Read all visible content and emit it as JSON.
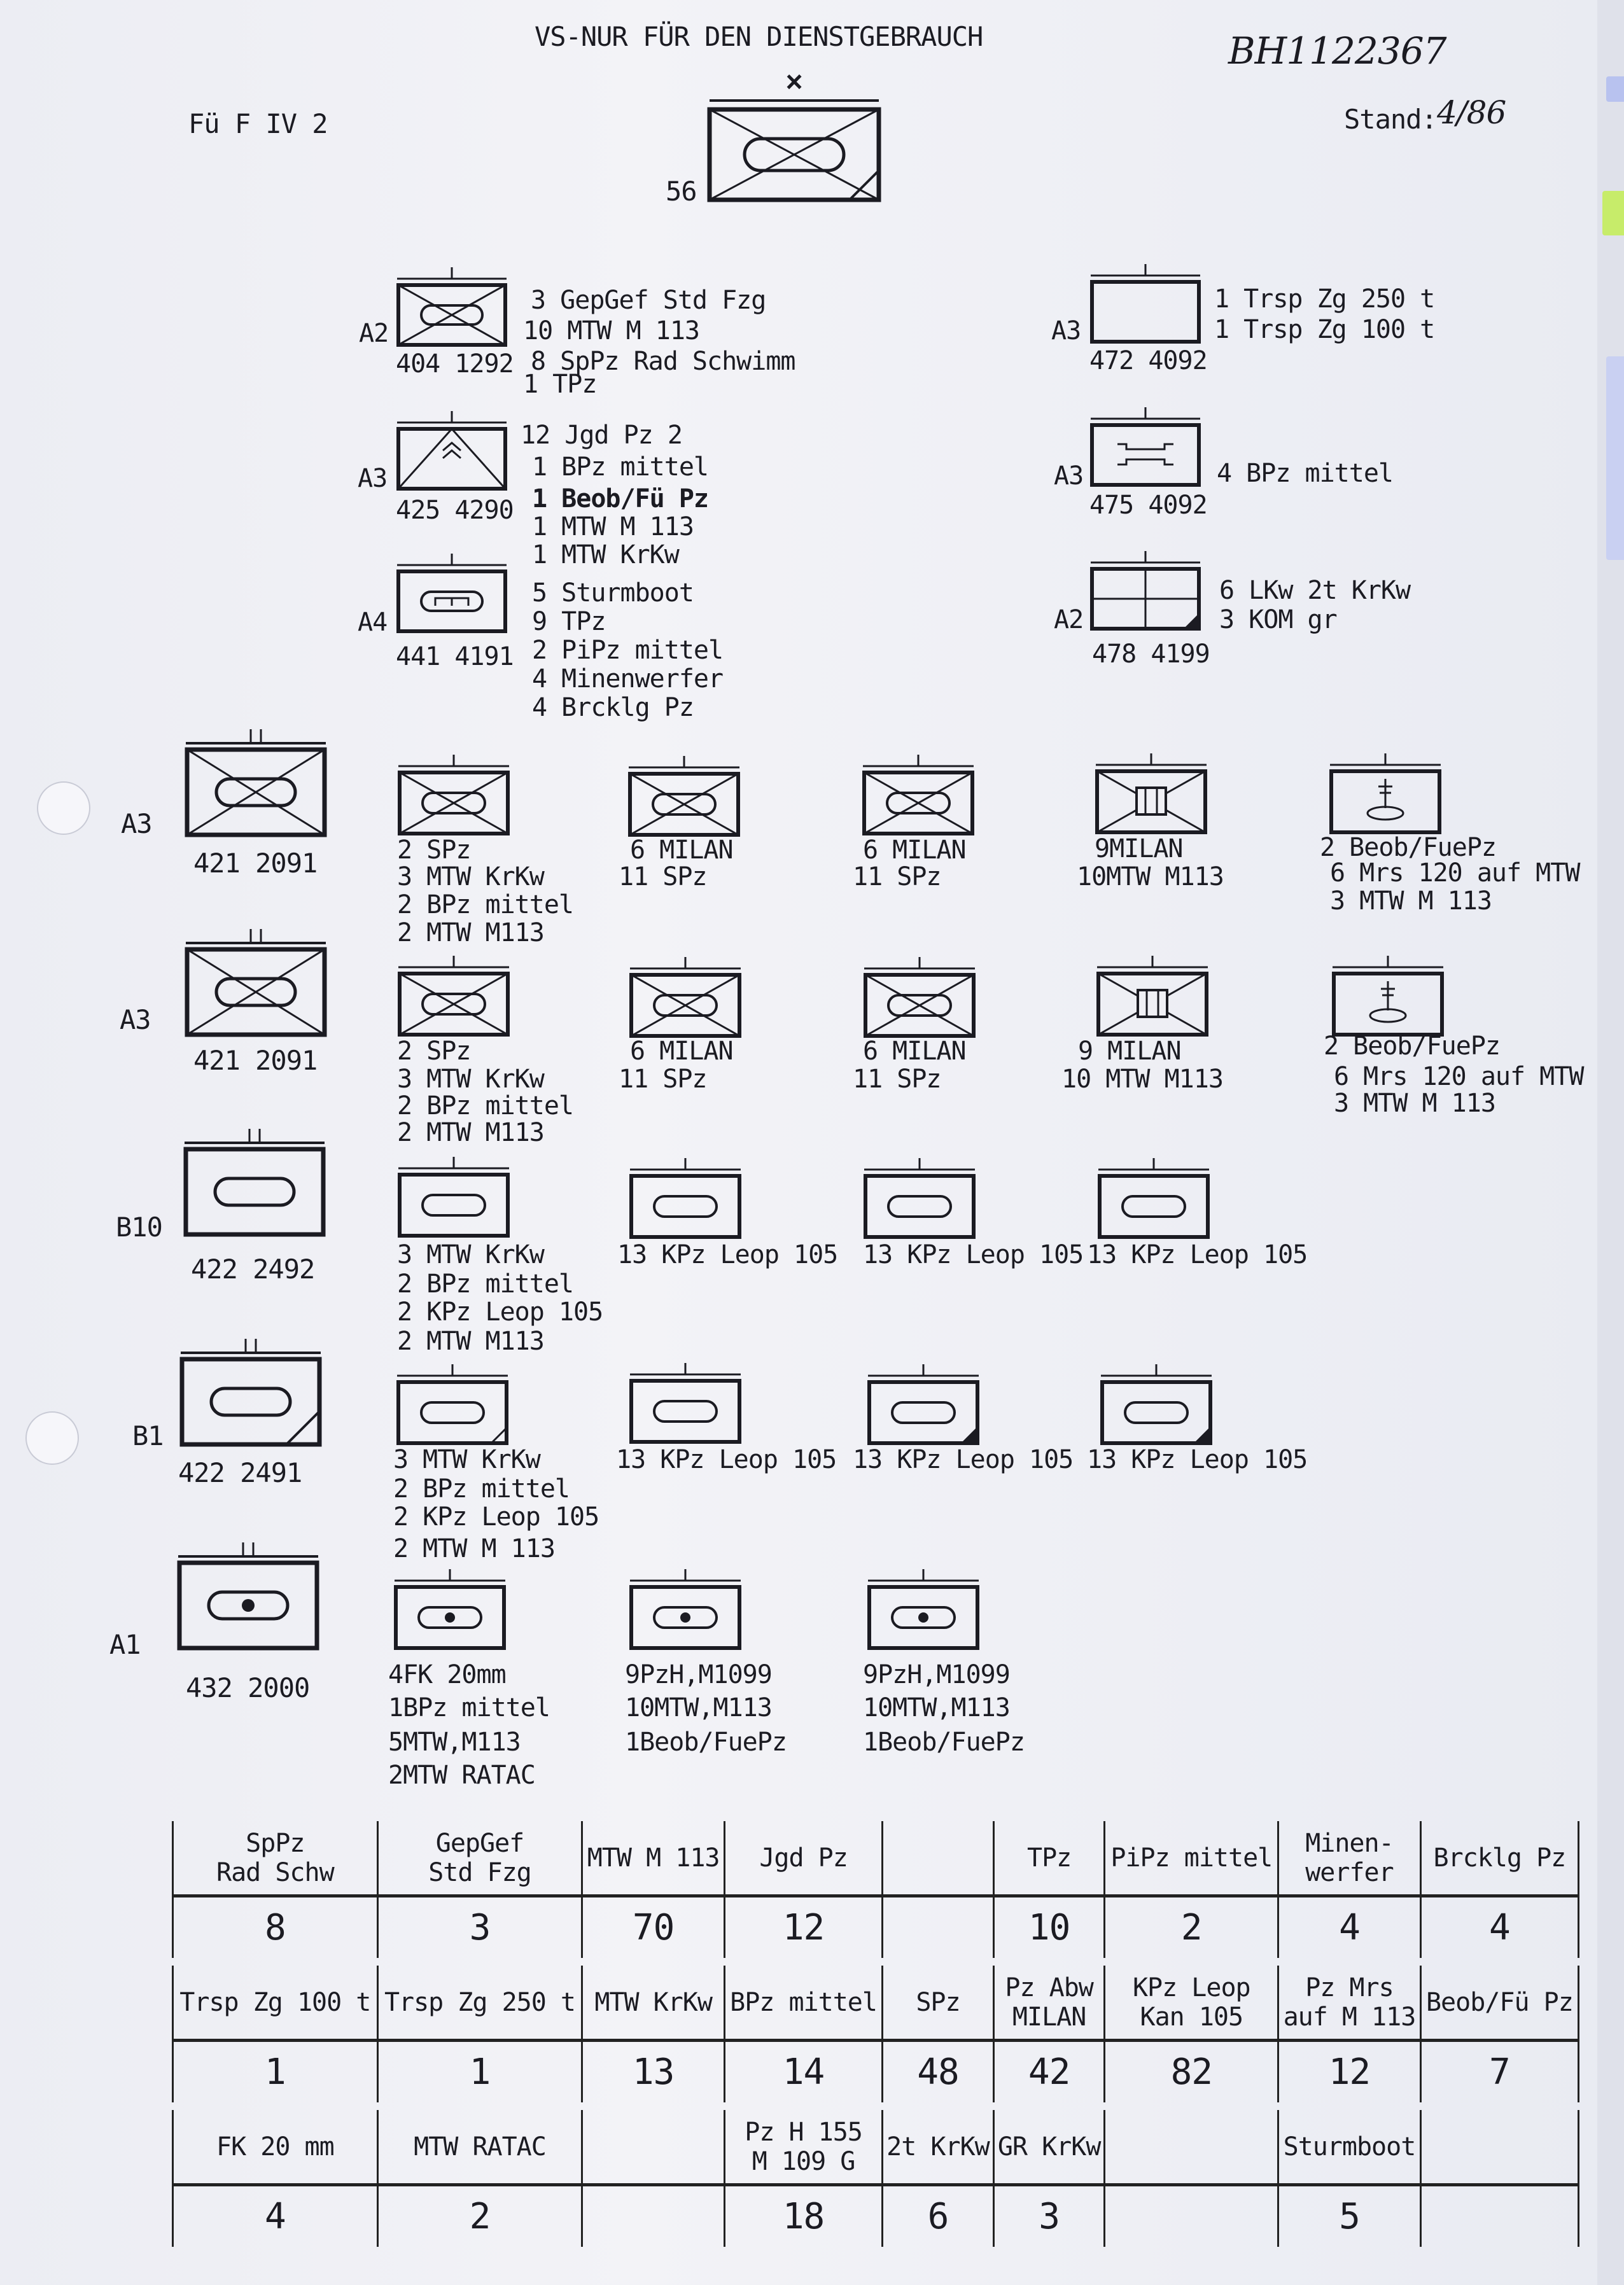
{
  "header": {
    "classification": "VS-NUR FÜR DEN DIENSTGEBRAUCH",
    "department": "Fü F IV 2",
    "handwritten_ref": "BH1122367",
    "stand_label": "Stand:",
    "stand_value": "4/86",
    "top_unit_number": "56"
  },
  "companies": [
    {
      "level": "A2",
      "number": "404 1292",
      "lines": [
        "3 GepGef Std Fzg",
        "10 MTW M 113",
        "8 SpPz Rad Schwimm",
        "1 TPz"
      ]
    },
    {
      "level": "A3",
      "number": "425 4290",
      "lines": [
        "12 Jgd Pz 2",
        "1 BPz mittel",
        "1 Beob/Fü Pz",
        "1 MTW M 113",
        "1 MTW KrKw"
      ]
    },
    {
      "level": "A4",
      "number": "441 4191",
      "lines": [
        "5 Sturmboot",
        "9 TPz",
        "2 PiPz mittel",
        "4 Minenwerfer",
        "4 Brcklg Pz"
      ]
    },
    {
      "level": "A3",
      "number": "472 4092",
      "lines": [
        "1 Trsp Zg 250 t",
        "1 Trsp Zg 100 t"
      ]
    },
    {
      "level": "A3",
      "number": "475 4092",
      "lines": [
        "4 BPz mittel"
      ]
    },
    {
      "level": "A2",
      "number": "478 4199",
      "lines": [
        "6 LKw 2t KrKw",
        "3 KOM gr"
      ]
    }
  ],
  "battalions": [
    {
      "level": "A3",
      "number": "421 2091",
      "subs": [
        [
          "2 SPz",
          "3 MTW KrKw",
          "2 BPz mittel",
          "2 MTW M113"
        ],
        [
          "6 MILAN",
          "11 SPz"
        ],
        [
          "6 MILAN",
          "11 SPz"
        ],
        [
          "9MILAN",
          "10MTW M113"
        ],
        [
          "2 Beob/FuePz",
          "6 Mrs 120 auf MTW",
          "3 MTW M 113"
        ]
      ]
    },
    {
      "level": "A3",
      "number": "421 2091",
      "subs": [
        [
          "2 SPz",
          "3 MTW KrKw",
          "2 BPz mittel",
          "2 MTW M113"
        ],
        [
          "6 MILAN",
          "11 SPz"
        ],
        [
          "6 MILAN",
          "11 SPz"
        ],
        [
          "9  MILAN",
          "10  MTW M113"
        ],
        [
          "2 Beob/FuePz",
          "6 Mrs 120 auf MTW",
          "3 MTW M 113"
        ]
      ]
    },
    {
      "level": "B10",
      "number": "422 2492",
      "subs": [
        [
          "3 MTW KrKw",
          "2 BPz mittel",
          "2 KPz Leop 105",
          "2 MTW M113"
        ],
        [
          "13 KPz Leop 105"
        ],
        [
          "13 KPz Leop 105"
        ],
        [
          "13 KPz Leop 105"
        ]
      ]
    },
    {
      "level": "B1",
      "number": "422 2491",
      "subs": [
        [
          "3 MTW KrKw",
          "2 BPz mittel",
          "2 KPz Leop 105",
          "2 MTW  M 113"
        ],
        [
          "13 KPz  Leop 105"
        ],
        [
          "13 KPz  Leop 105"
        ],
        [
          "13 KPz  Leop 105"
        ]
      ]
    },
    {
      "level": "A1",
      "number": "432 2000",
      "subs": [
        [
          "4FK 20mm",
          "1BPz mittel",
          "5MTW,M113",
          "2MTW RATAC"
        ],
        [
          "9PzH,M1099",
          "10MTW,M113",
          "1Beob/FuePz"
        ],
        [
          "9PzH,M1099",
          "10MTW,M113",
          "1Beob/FuePz"
        ]
      ]
    }
  ],
  "summary": {
    "rows": [
      {
        "headers": [
          "SpPz\nRad Schw",
          "GepGef\nStd Fzg",
          "MTW M 113",
          "Jgd Pz",
          "",
          "TPz",
          "PiPz mittel",
          "Minen-\nwerfer",
          "Brcklg  Pz"
        ],
        "values": [
          "8",
          "3",
          "70",
          "12",
          "",
          "10",
          "2",
          "4",
          "4"
        ]
      },
      {
        "headers": [
          "Trsp Zg 100 t",
          "Trsp Zg 250 t",
          "MTW KrKw",
          "BPz mittel",
          "SPz",
          "Pz Abw\nMILAN",
          "KPz Leop\nKan 105",
          "Pz Mrs\nauf M 113",
          "Beob/Fü Pz"
        ],
        "values": [
          "1",
          "1",
          "13",
          "14",
          "48",
          "42",
          "82",
          "12",
          "7"
        ]
      },
      {
        "headers": [
          "FK 20 mm",
          "MTW RATAC",
          "",
          "Pz H 155\nM 109 G",
          "2t KrKw",
          "GR KrKw",
          "",
          "Sturmboot",
          ""
        ],
        "values": [
          "4",
          "2",
          "",
          "18",
          "6",
          "3",
          "",
          "5",
          ""
        ]
      }
    ]
  },
  "colors": {
    "ink": "#1b1b22",
    "paper": "#eff0f5",
    "tab_green": "#c7ec6a",
    "tab_blue": "#5a6fd6"
  }
}
